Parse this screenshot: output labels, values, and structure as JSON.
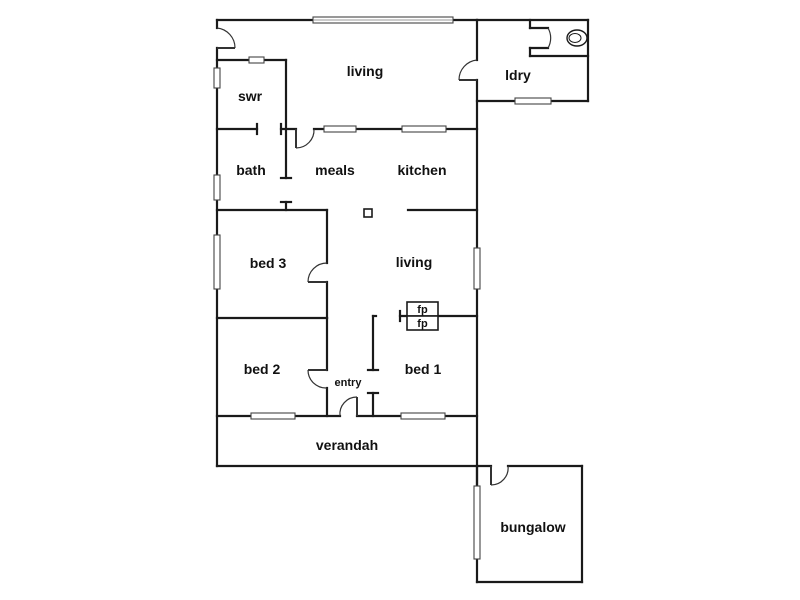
{
  "plan": {
    "rooms": [
      {
        "id": "living-top",
        "label": "living"
      },
      {
        "id": "ldry",
        "label": "ldry"
      },
      {
        "id": "swr",
        "label": "swr"
      },
      {
        "id": "bath",
        "label": "bath"
      },
      {
        "id": "meals",
        "label": "meals"
      },
      {
        "id": "kitchen",
        "label": "kitchen"
      },
      {
        "id": "bed3",
        "label": "bed 3"
      },
      {
        "id": "living-mid",
        "label": "living"
      },
      {
        "id": "bed2",
        "label": "bed 2"
      },
      {
        "id": "entry",
        "label": "entry"
      },
      {
        "id": "bed1",
        "label": "bed 1"
      },
      {
        "id": "verandah",
        "label": "verandah"
      },
      {
        "id": "bungalow",
        "label": "bungalow"
      }
    ],
    "fireplace": {
      "top_label": "fp",
      "bottom_label": "fp"
    },
    "colors": {
      "wall": "#1a1a1a",
      "background": "#ffffff",
      "window": "#444444"
    }
  }
}
